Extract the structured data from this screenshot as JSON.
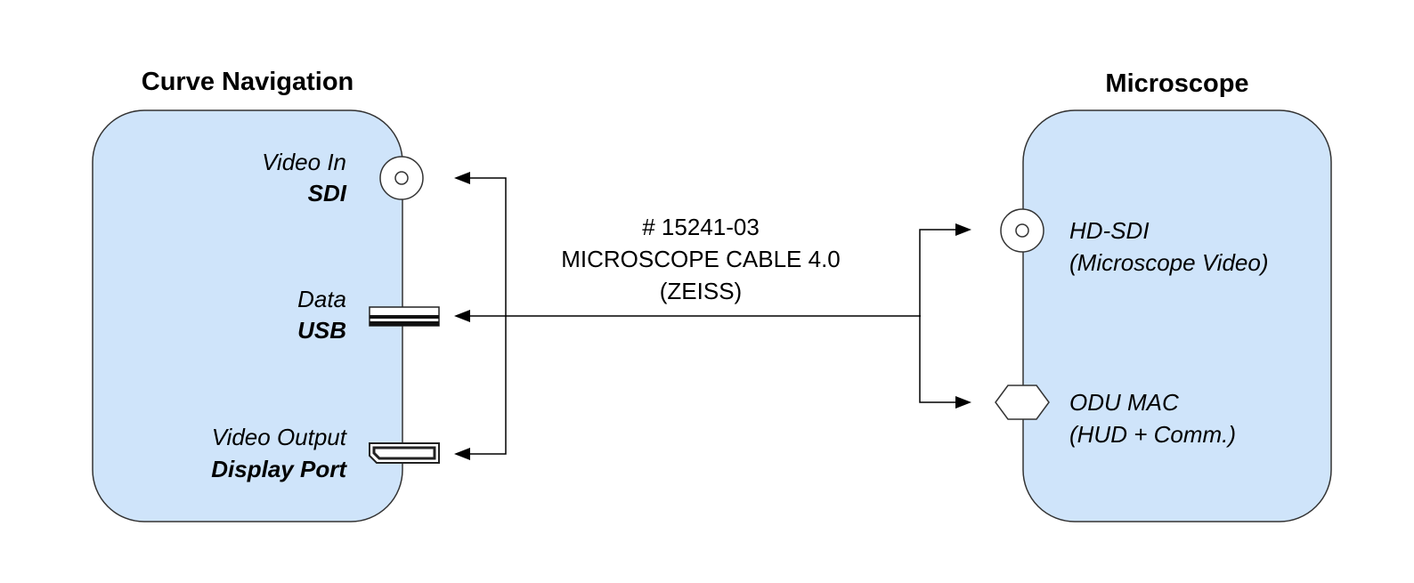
{
  "left_device": {
    "title": "Curve Navigation",
    "ports": [
      {
        "line1": "Video In",
        "line2": "SDI",
        "icon": "bnc-connector-icon"
      },
      {
        "line1": "Data",
        "line2": "USB",
        "icon": "usb-connector-icon"
      },
      {
        "line1": "Video Output",
        "line2": "Display Port",
        "icon": "displayport-connector-icon"
      }
    ]
  },
  "right_device": {
    "title": "Microscope",
    "ports": [
      {
        "line1": "HD-SDI",
        "line2": "(Microscope Video)",
        "icon": "bnc-connector-icon"
      },
      {
        "line1": "ODU MAC",
        "line2": "(HUD + Comm.)",
        "icon": "odu-connector-icon"
      }
    ]
  },
  "cable": {
    "part_number": "# 15241-03",
    "name": "MICROSCOPE CABLE 4.0",
    "brand": "(ZEISS)"
  },
  "colors": {
    "device_fill": "#cfe4fa",
    "outline": "#333333",
    "line": "#000000"
  }
}
